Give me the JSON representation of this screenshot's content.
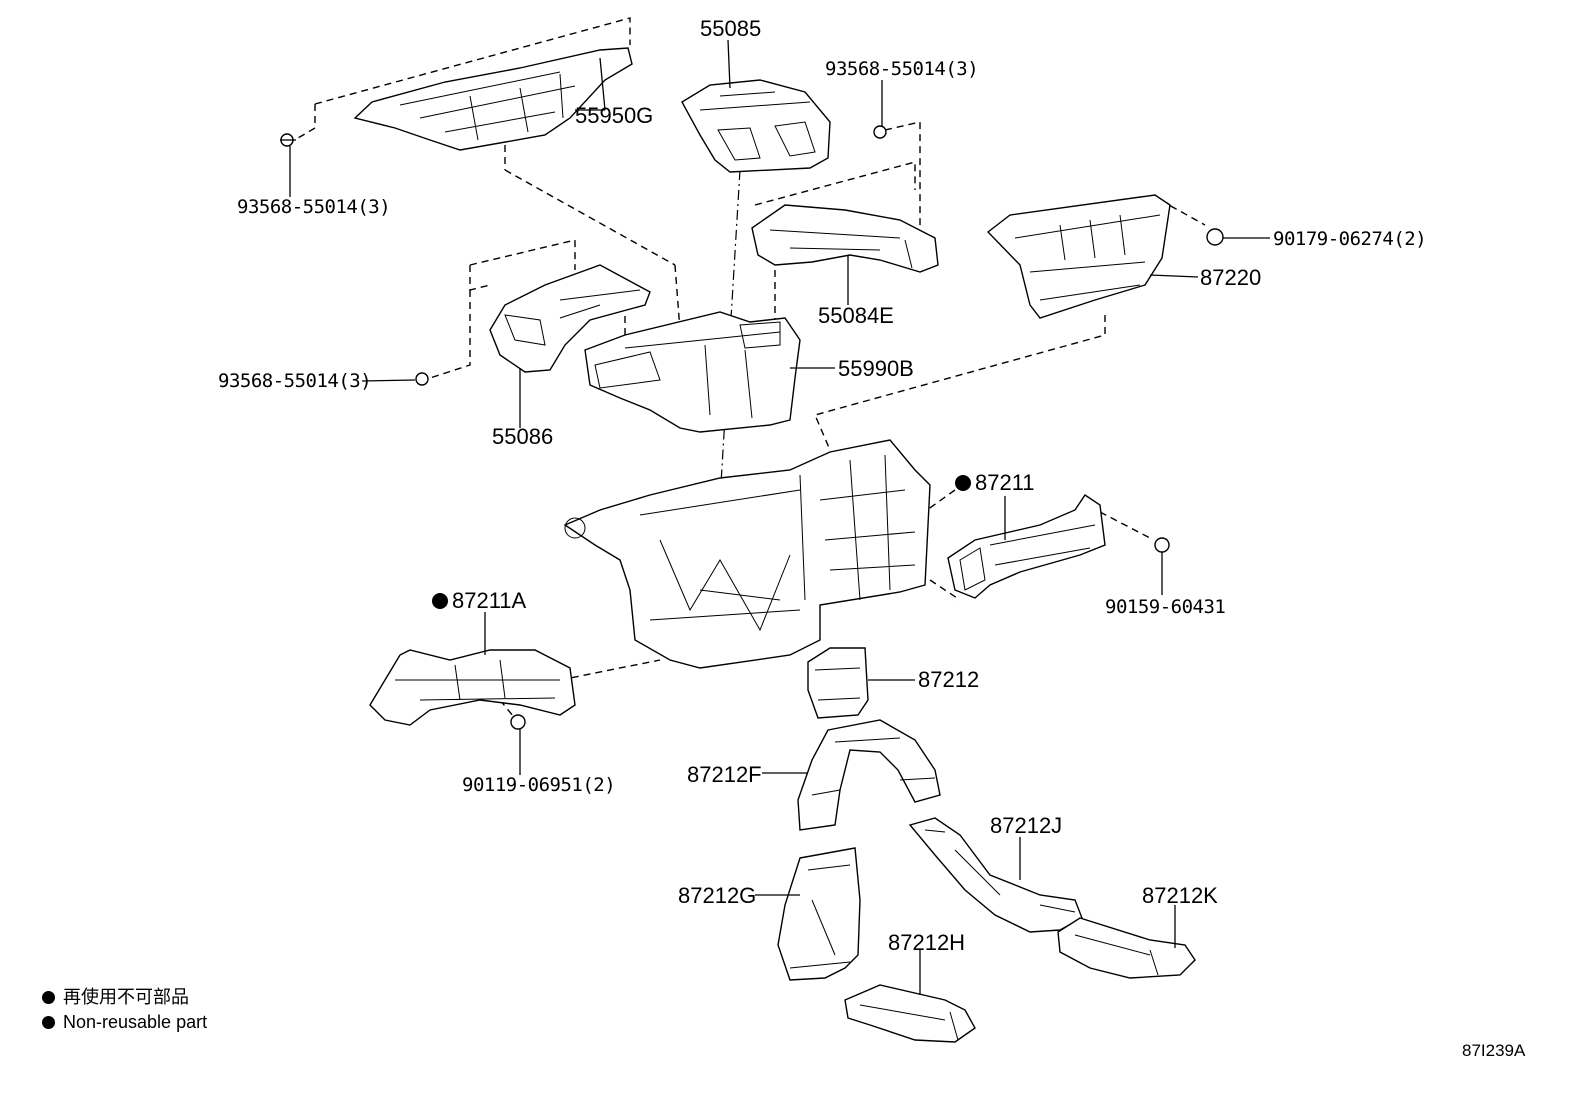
{
  "diagram_id": "87I239A",
  "legend": {
    "line_jp": "再使用不可部品",
    "line_en": "Non-reusable part"
  },
  "parts": {
    "p55085": "55085",
    "p55950g": "55950G",
    "p93568_top_right": "93568-55014(3)",
    "p93568_top_left": "93568-55014(3)",
    "p93568_mid": "93568-55014(3)",
    "p90179": "90179-06274(2)",
    "p87220": "87220",
    "p55084e": "55084E",
    "p55990b": "55990B",
    "p55086": "55086",
    "p87211": "87211",
    "p87211a": "87211A",
    "p90159": "90159-60431",
    "p90119": "90119-06951(2)",
    "p87212": "87212",
    "p87212f": "87212F",
    "p87212j": "87212J",
    "p87212g": "87212G",
    "p87212k": "87212K",
    "p87212h": "87212H"
  }
}
